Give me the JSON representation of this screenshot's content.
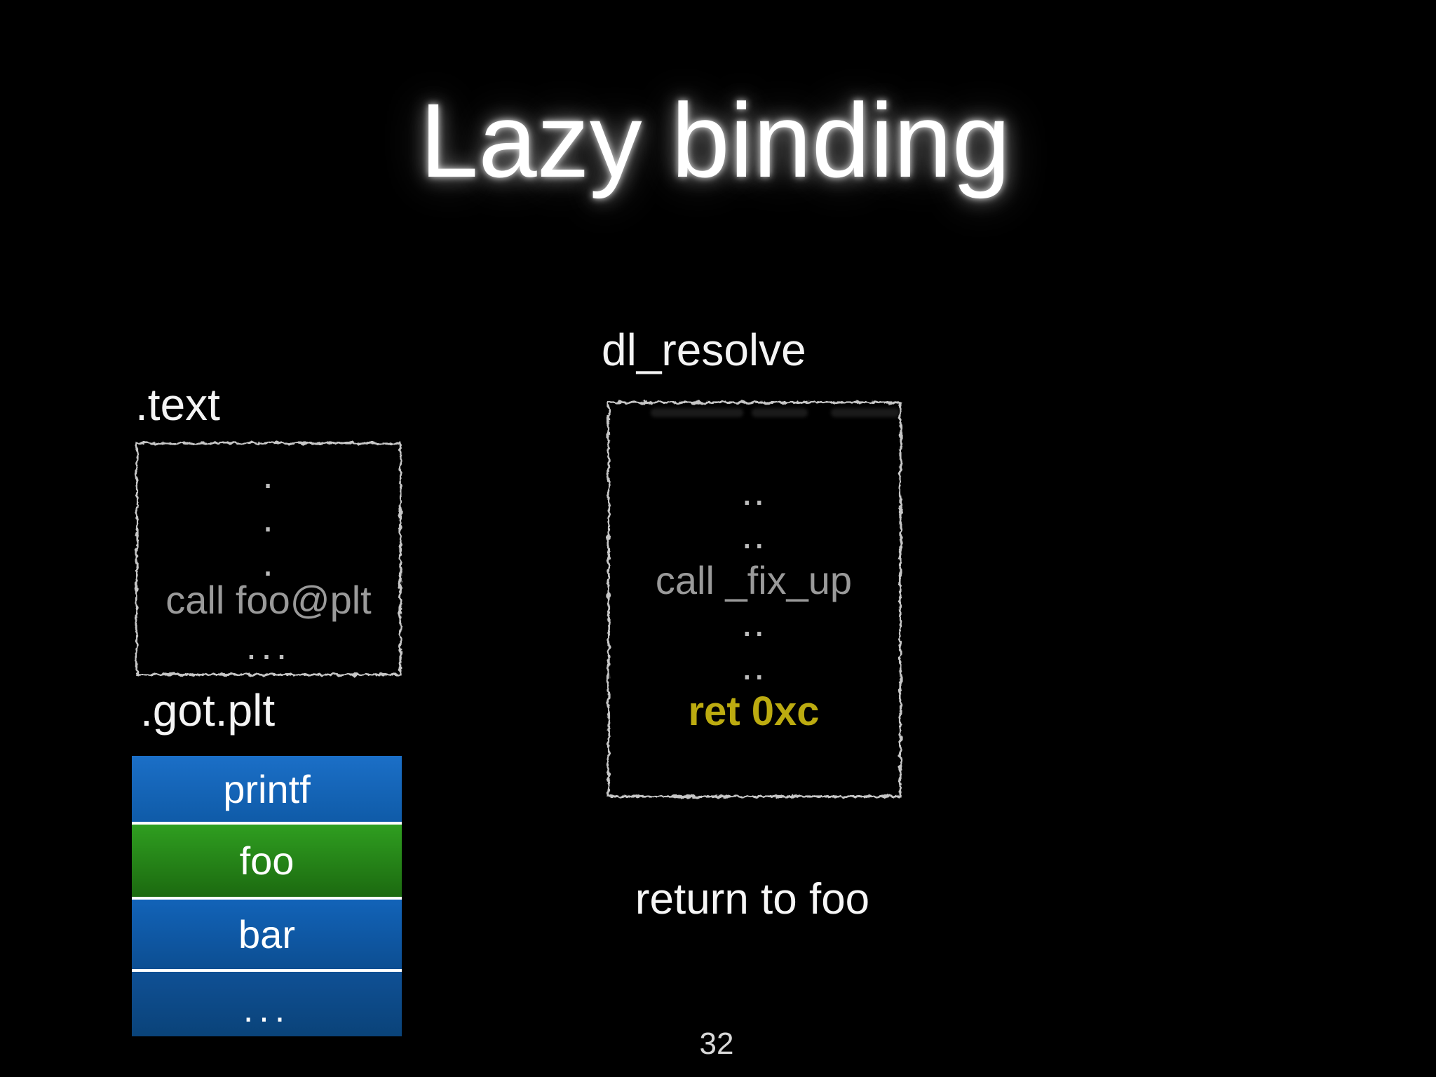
{
  "slide": {
    "title": "Lazy binding",
    "page_number": "32",
    "background_color": "#000000",
    "title_color": "#ffffff"
  },
  "text_section": {
    "label": ".text",
    "box": {
      "dot_1": ".",
      "dot_2": ".",
      "dot_3": ".",
      "instruction": "call foo@plt",
      "ellipsis": "..."
    }
  },
  "gotplt_section": {
    "label": ".got.plt",
    "rows": [
      {
        "label": "printf",
        "color_top": "#1b6fc7",
        "color_bottom": "#0f5ba8"
      },
      {
        "label": "foo",
        "color_top": "#2f9e20",
        "color_bottom": "#1c6a10"
      },
      {
        "label": "bar",
        "color_top": "#1263b8",
        "color_bottom": "#0c4e92"
      },
      {
        "label": "...",
        "color_top": "#0f5095",
        "color_bottom": "#0a4379"
      }
    ],
    "separator_color": "#ffffff"
  },
  "dlresolve_section": {
    "label": "dl_resolve",
    "box": {
      "dots_1": "..",
      "dots_2": "..",
      "instruction": "call _fix_up",
      "dots_3": "..",
      "dots_4": "..",
      "return_instruction": "ret 0xc"
    },
    "highlight_color": "#bcab10"
  },
  "footer": {
    "return_note": "return to foo"
  },
  "colors": {
    "outline": "#c6c6c6",
    "muted_text": "#9a9a9a"
  }
}
